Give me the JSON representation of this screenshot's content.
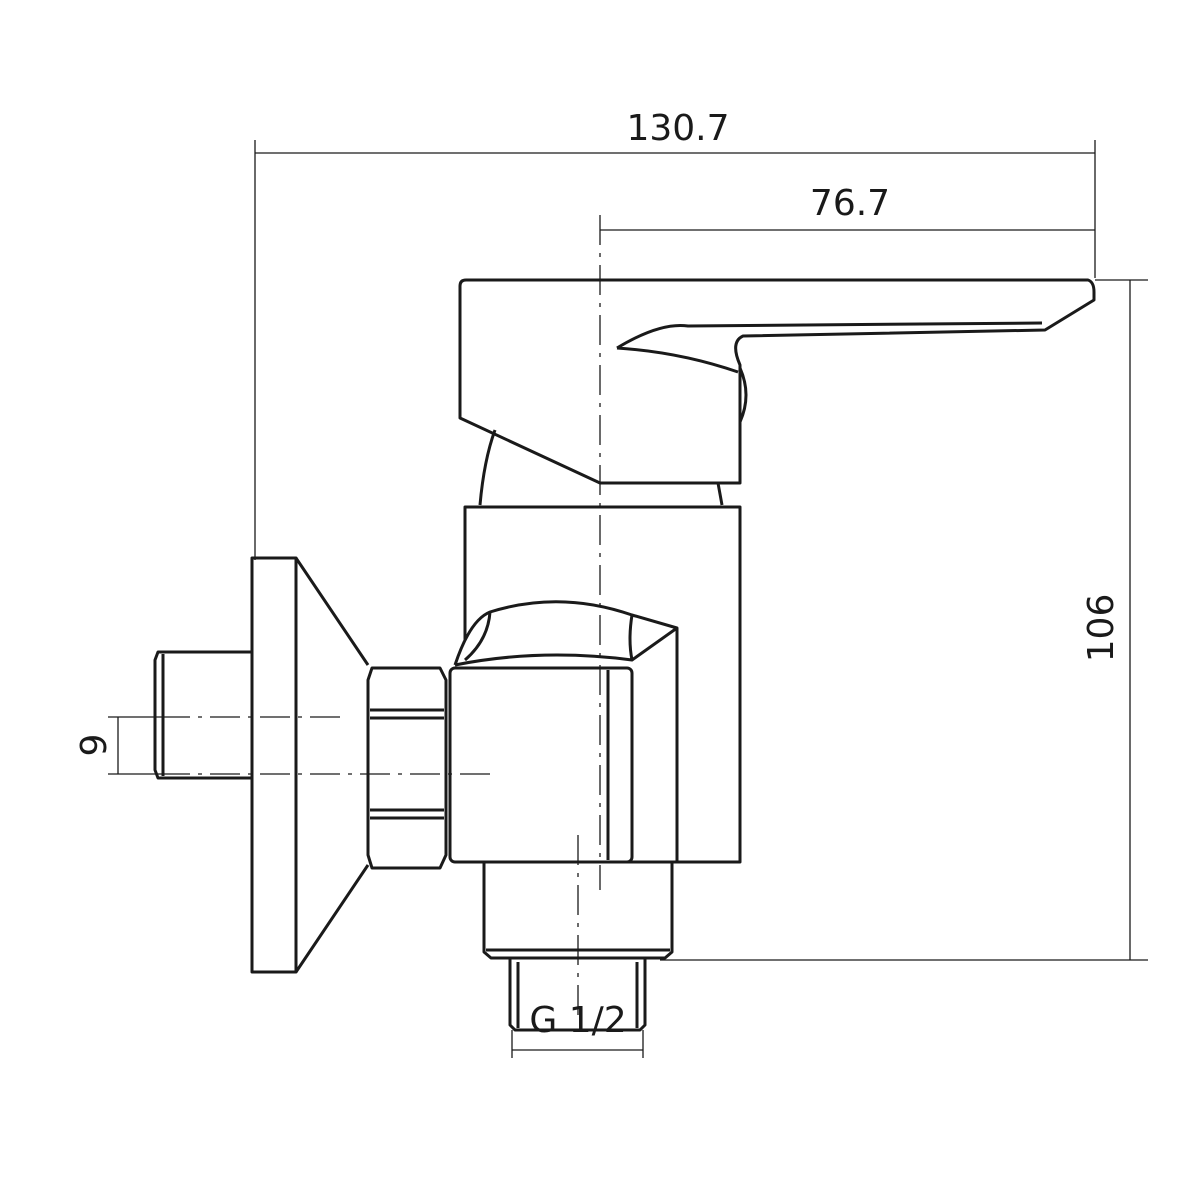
{
  "dimensions": {
    "overall_width": "130.7",
    "handle_reach": "76.7",
    "height": "106",
    "offset": "9",
    "thread": "G 1/2"
  }
}
